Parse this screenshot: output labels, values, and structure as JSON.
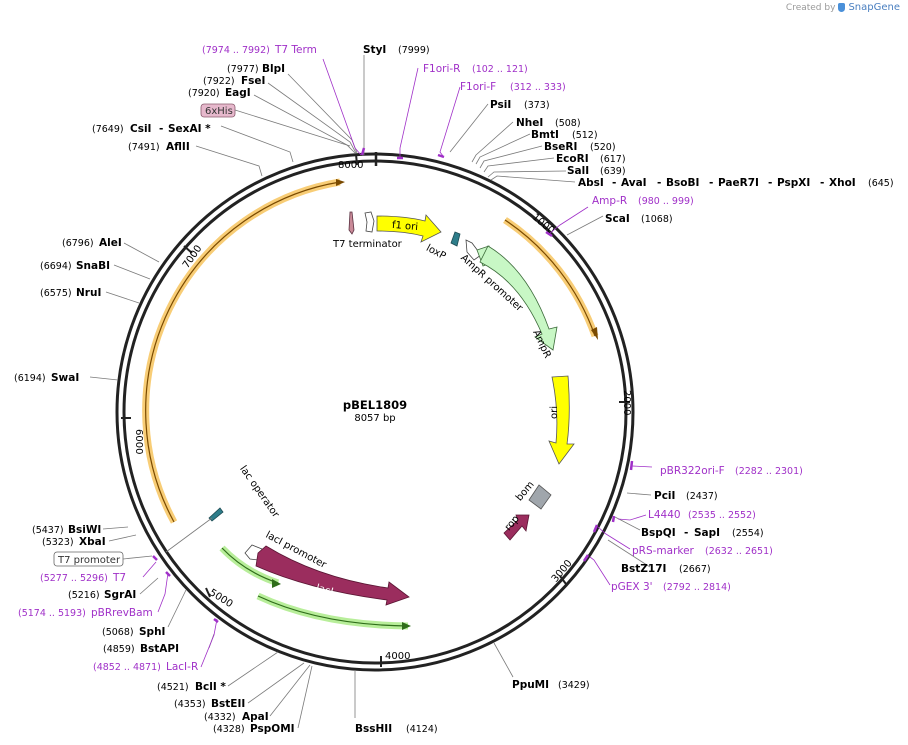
{
  "watermark": {
    "prefix": "Created by",
    "brand": "SnapGene"
  },
  "plasmid": {
    "name": "pBEL1809",
    "size": "8057 bp"
  },
  "ticks": [
    "1000",
    "2000",
    "3000",
    "4000",
    "5000",
    "6000",
    "7000",
    "8000"
  ],
  "sites": [
    {
      "name": "StyI",
      "pos": "(7999)"
    },
    {
      "name": "BlpI",
      "pos": "(7977)"
    },
    {
      "name": "FseI",
      "pos": "(7922)"
    },
    {
      "name": "EagI",
      "pos": "(7920)"
    },
    {
      "name": "CsiI",
      "name2": "SexAI *",
      "pos": "(7649)"
    },
    {
      "name": "AflII",
      "pos": "(7491)"
    },
    {
      "name": "AleI",
      "pos": "(6796)"
    },
    {
      "name": "SnaBI",
      "pos": "(6694)"
    },
    {
      "name": "NruI",
      "pos": "(6575)"
    },
    {
      "name": "SwaI",
      "pos": "(6194)"
    },
    {
      "name": "BsiWI",
      "pos": "(5437)"
    },
    {
      "name": "XbaI",
      "pos": "(5323)"
    },
    {
      "name": "SgrAI",
      "pos": "(5216)"
    },
    {
      "name": "SphI",
      "pos": "(5068)"
    },
    {
      "name": "BstAPI",
      "pos": "(4859)"
    },
    {
      "name": "BclI *",
      "pos": "(4521)"
    },
    {
      "name": "BstEII",
      "pos": "(4353)"
    },
    {
      "name": "ApaI",
      "pos": "(4332)"
    },
    {
      "name": "PspOMI",
      "pos": "(4328)"
    },
    {
      "name": "BssHII",
      "pos": "(4124)"
    },
    {
      "name": "PpuMI",
      "pos": "(3429)"
    },
    {
      "name": "BstZ17I",
      "pos": "(2667)"
    },
    {
      "name": "BspQI",
      "name2": "SapI",
      "pos": "(2554)"
    },
    {
      "name": "PciI",
      "pos": "(2437)"
    },
    {
      "name": "ScaI",
      "pos": "(1068)"
    },
    {
      "name": "AbsI",
      "name2": "AvaI",
      "name3": "BsoBI",
      "name4": "PaeR7I",
      "name5": "PspXI",
      "name6": "XhoI",
      "pos": "(645)"
    },
    {
      "name": "SalI",
      "pos": "(639)"
    },
    {
      "name": "EcoRI",
      "pos": "(617)"
    },
    {
      "name": "BseRI",
      "pos": "(520)"
    },
    {
      "name": "BmtI",
      "pos": "(512)"
    },
    {
      "name": "NheI",
      "pos": "(508)"
    },
    {
      "name": "PsiI",
      "pos": "(373)"
    }
  ],
  "primers": [
    {
      "name": "T7 Term",
      "range": "(7974 .. 7992)"
    },
    {
      "name": "F1ori-R",
      "range": "(102 .. 121)"
    },
    {
      "name": "F1ori-F",
      "range": "(312 .. 333)"
    },
    {
      "name": "Amp-R",
      "range": "(980 .. 999)"
    },
    {
      "name": "pBR322ori-F",
      "range": "(2282 .. 2301)"
    },
    {
      "name": "L4440",
      "range": "(2535 .. 2552)"
    },
    {
      "name": "pRS-marker",
      "range": "(2632 .. 2651)"
    },
    {
      "name": "pGEX 3'",
      "range": "(2792 .. 2814)"
    },
    {
      "name": "T7",
      "range": "(5277 .. 5296)"
    },
    {
      "name": "pBRrevBam",
      "range": "(5174 .. 5193)"
    },
    {
      "name": "LacI-R",
      "range": "(4852 .. 4871)"
    }
  ],
  "boxed": {
    "his": "6xHis",
    "t7promoter": "T7 promoter"
  },
  "features": {
    "t7term": "T7 terminator",
    "f1ori": "f1 ori",
    "loxp": "loxP",
    "amppromoter": "AmpR promoter",
    "ampr": "AmpR",
    "ori": "ori",
    "bom": "bom",
    "rop": "rop",
    "lacop": "lac operator",
    "lacipromoter": "lacI promoter",
    "laci": "lacI"
  },
  "colors": {
    "ring": "#222222",
    "orange": "#f2b74a",
    "yellow": "#ffff00",
    "green": "#c8f7c5",
    "maroon": "#9b2d5e",
    "purple": "#a030c8",
    "grey": "#a0a6ac",
    "teal": "#2e7d8a"
  }
}
